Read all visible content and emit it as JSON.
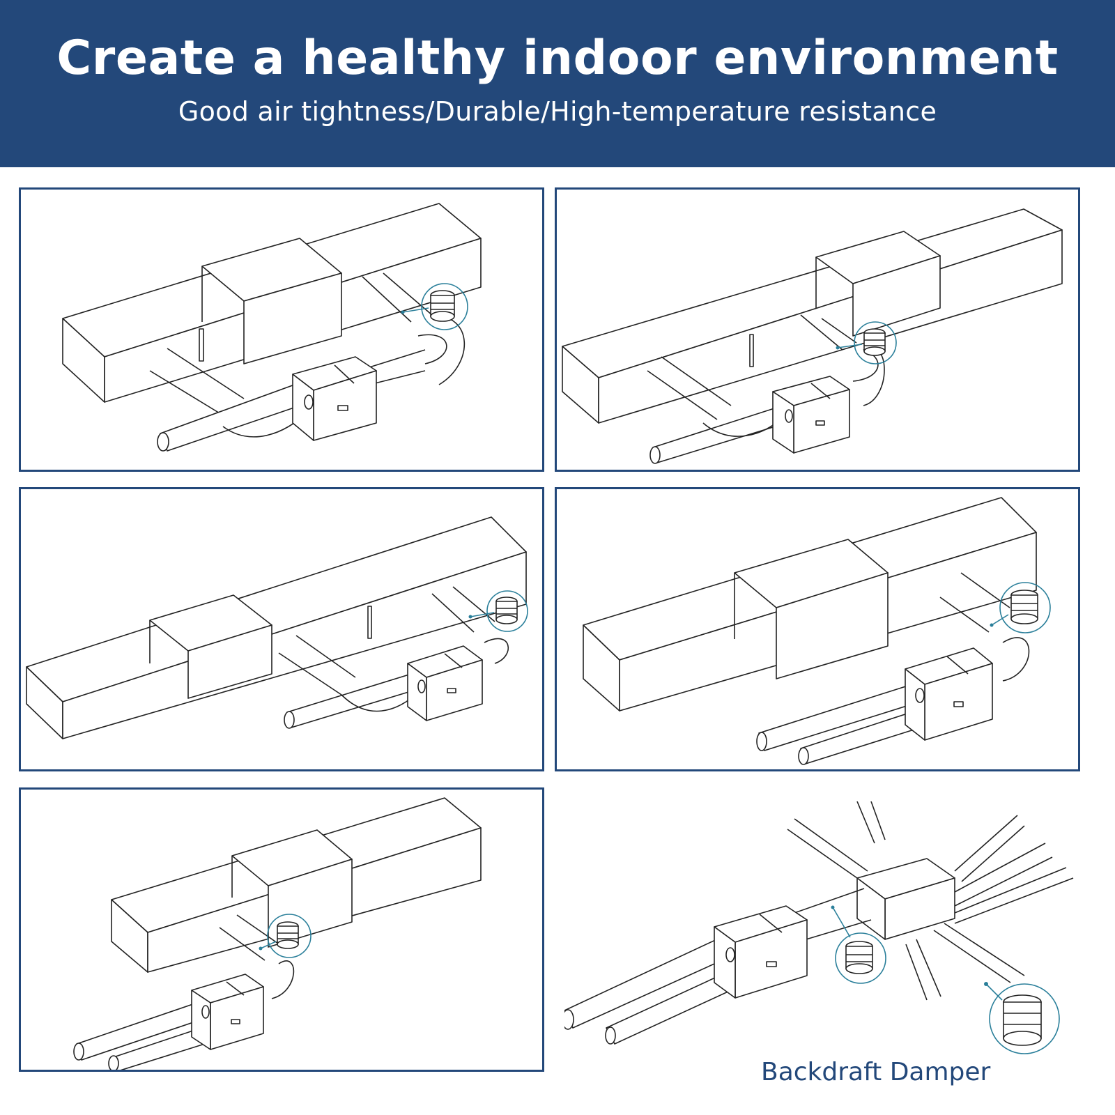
{
  "header": {
    "title": "Create a healthy indoor environment",
    "subtitle": "Good air tightness/Durable/High-temperature resistance"
  },
  "colors": {
    "banner_background": "#23487a",
    "panel_border": "#23487a",
    "callout": "#2a7f9a",
    "caption_text": "#23487a"
  },
  "panels": [
    {
      "id": 1,
      "icons": [
        "duct-icon",
        "ventilation-unit-icon",
        "pipe-icon",
        "damper-icon"
      ]
    },
    {
      "id": 2,
      "icons": [
        "duct-icon",
        "ventilation-unit-icon",
        "pipe-icon",
        "damper-icon"
      ]
    },
    {
      "id": 3,
      "icons": [
        "duct-icon",
        "ventilation-unit-icon",
        "pipe-icon",
        "damper-icon"
      ]
    },
    {
      "id": 4,
      "icons": [
        "duct-icon",
        "ventilation-unit-icon",
        "pipe-icon",
        "damper-icon"
      ]
    },
    {
      "id": 5,
      "icons": [
        "duct-icon",
        "ventilation-unit-icon",
        "pipe-icon",
        "damper-icon"
      ]
    },
    {
      "id": 6,
      "icons": [
        "distribution-box-icon",
        "ventilation-unit-icon",
        "pipe-icon",
        "damper-icon"
      ]
    }
  ],
  "caption": "Backdraft Damper"
}
